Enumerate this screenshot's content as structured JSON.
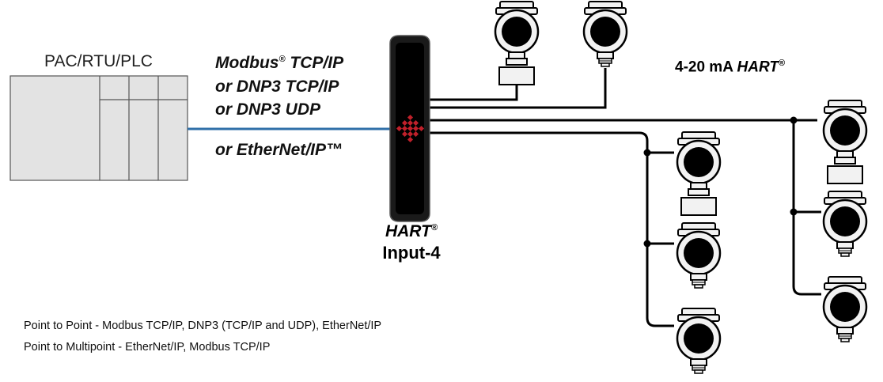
{
  "plc": {
    "label": "PAC/RTU/PLC"
  },
  "protocols": {
    "line1": "Modbus",
    "line1_reg": "®",
    "line1_suffix": " TCP/IP",
    "line2": "or DNP3 TCP/IP",
    "line3": "or DNP3 UDP",
    "line4": "or EtherNet/IP™"
  },
  "gateway": {
    "name_line1": "HART",
    "name_line1_reg": "®",
    "name_line2": "Input-4"
  },
  "field": {
    "label_prefix": "4-20 mA ",
    "label_hart": "HART",
    "label_reg": "®"
  },
  "footnotes": [
    "Point to Point - Modbus TCP/IP, DNP3 (TCP/IP and UDP), EtherNet/IP",
    "Point to Multipoint - EtherNet/IP, Modbus TCP/IP"
  ],
  "colors": {
    "ethernet_line": "#2f6fa8",
    "wire": "#000000",
    "plc_fill": "#e3e3e3",
    "gateway_body": "#1a1a1a",
    "gateway_logo": "#c0202a",
    "transmitter_fill": "#f2f2f2"
  },
  "icons": [
    "plc-rack-icon",
    "gateway-device-icon",
    "gateway-logo-icon",
    "transmitter-icon"
  ]
}
